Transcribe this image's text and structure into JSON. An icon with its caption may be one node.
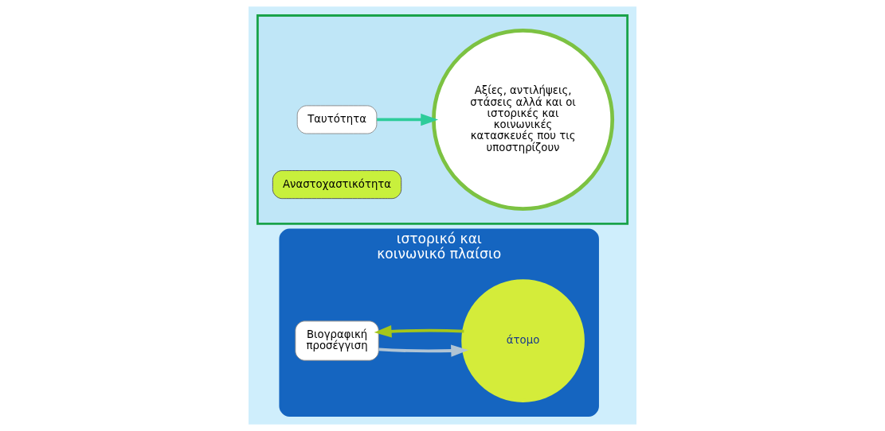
{
  "diagram": {
    "nodes": [
      {
        "text": [
          "ιστορικό και κοινωνικό πλαίσιο"
        ]
      },
      {
        "text": [
          "Βιογραφική προσέγγιση"
        ],
        "in": 0
      },
      {
        "text": [
          "άτομο"
        ],
        "in": 0
      },
      {
        "text": [],
        "shape": "box"
      },
      {
        "text": [
          "Ταυτότητα"
        ],
        "in": 3
      },
      {
        "text": [
          "Αξίες, αντιλήψεις, στάσεις αλλά και οι ιστορικές και κοινωνικές κατασκευές που τις υποστηρίζουν"
        ],
        "in": 3
      },
      {
        "text": [
          "Αναστοχαστικότητα"
        ],
        "in": 3
      }
    ],
    "edges": [
      {
        "from": 2,
        "to": 1,
        "arrow": "to",
        "color": "#a4c61a"
      },
      {
        "from": 1,
        "to": 2,
        "arrow": "to",
        "color": "#b0c4d4"
      },
      {
        "from": 4,
        "to": 5,
        "arrow": "to",
        "color": "#2ecc9a"
      }
    ]
  }
}
